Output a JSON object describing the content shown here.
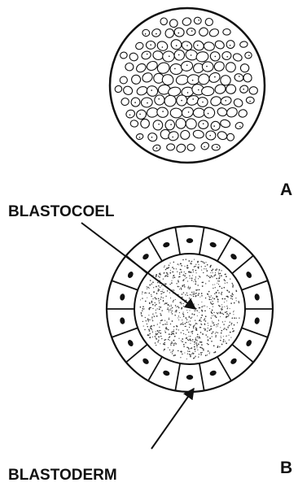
{
  "figure": {
    "panel_a": {
      "letter": "A"
    },
    "panel_b": {
      "letter": "B",
      "cavity_label": "BLASTOCOEL",
      "wall_label": "BLASTODERM"
    }
  },
  "colors": {
    "ink": "#111111",
    "cell_fill": "#ffffff",
    "stipple": "#333333"
  }
}
